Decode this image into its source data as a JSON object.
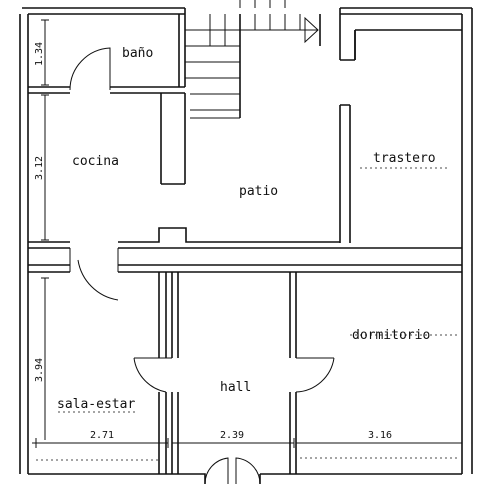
{
  "rooms": {
    "bano": "baño",
    "cocina": "cocina",
    "patio": "patio",
    "trastero": "trastero",
    "dormitorio": "dormitorio",
    "hall": "hall",
    "sala_estar": "sala-estar"
  },
  "dimensions": {
    "bano_height": "1.34",
    "cocina_height": "3.12",
    "sala_height": "3.94",
    "sala_width": "2.71",
    "hall_width": "2.39",
    "dormitorio_width": "3.16"
  }
}
